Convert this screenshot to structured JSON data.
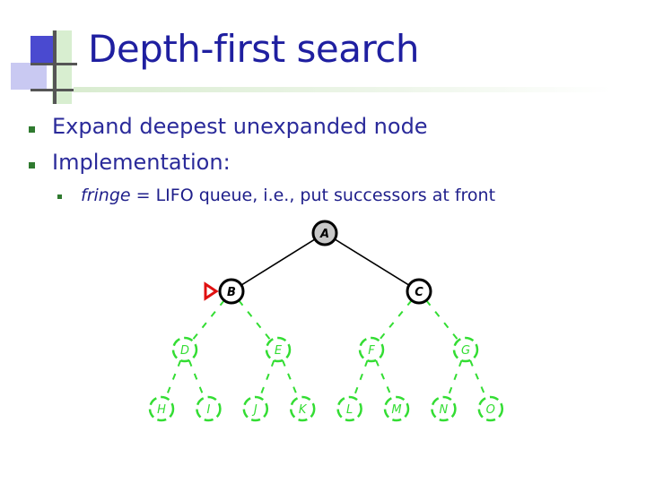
{
  "title": "Depth-first search",
  "bullets": [
    {
      "text": "Expand deepest unexpanded node"
    },
    {
      "text": "Implementation:"
    }
  ],
  "sub_bullet": {
    "italic": "fringe",
    "rest": " = LIFO queue, i.e., put successors at front"
  },
  "tree": {
    "colors": {
      "visited_fill": "#c8c8c8",
      "current_fill": "#ffffff",
      "edge_dark": "#000000",
      "unexplored": "#33dd33",
      "marker": "#e01010"
    },
    "nodes": [
      {
        "id": "A",
        "label": "A",
        "depth": 0,
        "state": "visited"
      },
      {
        "id": "B",
        "label": "B",
        "depth": 1,
        "state": "current"
      },
      {
        "id": "C",
        "label": "C",
        "depth": 1,
        "state": "frontier"
      },
      {
        "id": "D",
        "label": "D",
        "depth": 2,
        "state": "unexplored"
      },
      {
        "id": "E",
        "label": "E",
        "depth": 2,
        "state": "unexplored"
      },
      {
        "id": "F",
        "label": "F",
        "depth": 2,
        "state": "unexplored"
      },
      {
        "id": "G",
        "label": "G",
        "depth": 2,
        "state": "unexplored"
      },
      {
        "id": "H",
        "label": "H",
        "depth": 3,
        "state": "unexplored"
      },
      {
        "id": "I",
        "label": "I",
        "depth": 3,
        "state": "unexplored"
      },
      {
        "id": "J",
        "label": "J",
        "depth": 3,
        "state": "unexplored"
      },
      {
        "id": "K",
        "label": "K",
        "depth": 3,
        "state": "unexplored"
      },
      {
        "id": "L",
        "label": "L",
        "depth": 3,
        "state": "unexplored"
      },
      {
        "id": "M",
        "label": "M",
        "depth": 3,
        "state": "unexplored"
      },
      {
        "id": "N",
        "label": "N",
        "depth": 3,
        "state": "unexplored"
      },
      {
        "id": "O",
        "label": "O",
        "depth": 3,
        "state": "unexplored"
      }
    ],
    "edges": [
      [
        "A",
        "B"
      ],
      [
        "A",
        "C"
      ],
      [
        "B",
        "D"
      ],
      [
        "B",
        "E"
      ],
      [
        "C",
        "F"
      ],
      [
        "C",
        "G"
      ],
      [
        "D",
        "H"
      ],
      [
        "D",
        "I"
      ],
      [
        "E",
        "J"
      ],
      [
        "E",
        "K"
      ],
      [
        "F",
        "L"
      ],
      [
        "F",
        "M"
      ],
      [
        "G",
        "N"
      ],
      [
        "G",
        "O"
      ]
    ],
    "marker_on": "B"
  }
}
